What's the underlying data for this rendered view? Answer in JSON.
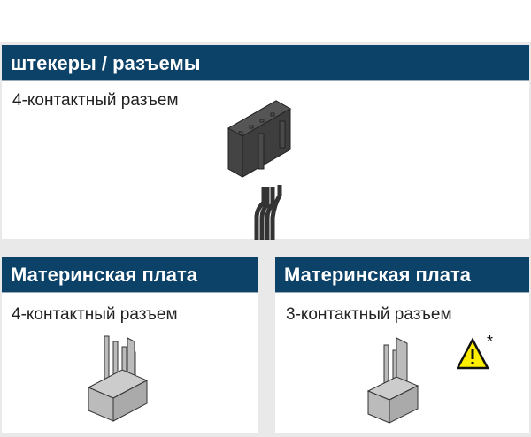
{
  "top_panel": {
    "title": "штекеры / разъемы",
    "label": "4-контактный разъем",
    "icon": "fan-connector-4pin-female"
  },
  "left_panel": {
    "title": "Материнская плата",
    "label": "4-контактный разъем",
    "icon": "header-4pin"
  },
  "right_panel": {
    "title": "Материнская плата",
    "label": "3-контактный разъем",
    "icon": "header-3pin",
    "warning_mark": "*"
  },
  "colors": {
    "header": "#0c4168",
    "warning": "#ffee00"
  }
}
